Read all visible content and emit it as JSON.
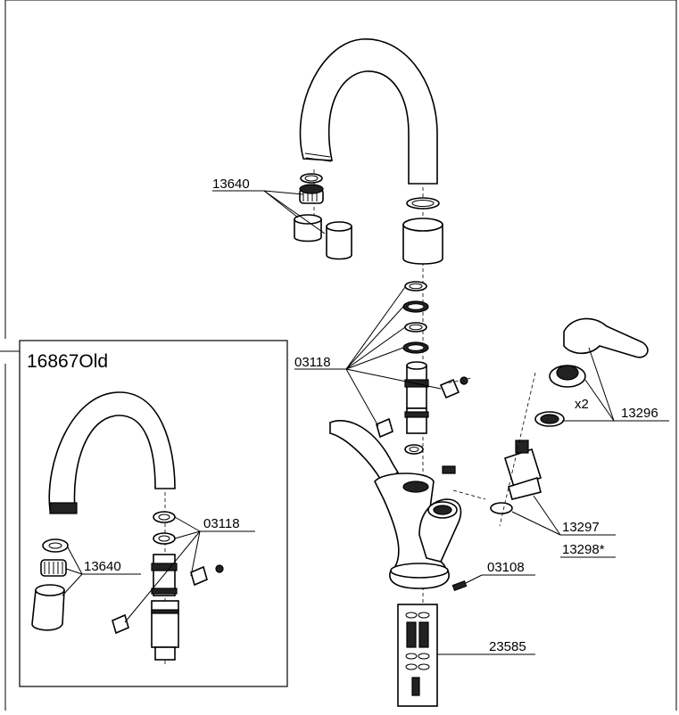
{
  "inset": {
    "title": "16867Old"
  },
  "parts": {
    "aerator": "13640",
    "o_rings": "03118",
    "handle": "13296",
    "handle_qty": "x2",
    "cartridge": "13297",
    "cartridge_alt": "13298*",
    "set_screw": "03108",
    "hardware_kit": "23585"
  },
  "inset_parts": {
    "o_rings": "03118",
    "aerator": "13640"
  }
}
